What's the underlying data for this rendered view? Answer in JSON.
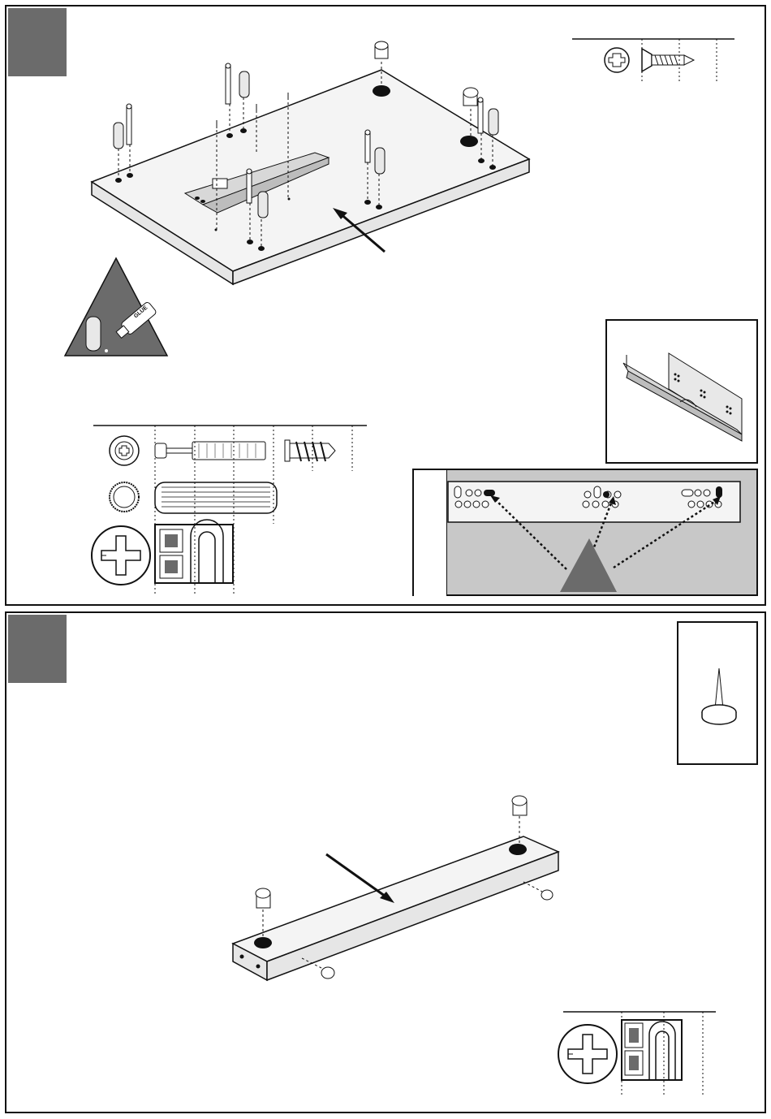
{
  "steps": [
    {
      "id": "step-1",
      "badge_color": "#6b6b6b"
    },
    {
      "id": "step-2",
      "badge_color": "#6b6b6b"
    }
  ],
  "colors": {
    "panel_surface": "#f4f4f4",
    "panel_edge": "#e2e2e2",
    "dark_gray": "#6b6b6b",
    "callout_bg": "#c8c8c8",
    "line": "#111111"
  },
  "glue_bottle": {
    "label": "GLUE"
  },
  "icons": {
    "cam_lock": "cam-lock-icon",
    "screw": "countersunk-screw-icon",
    "dowel": "wooden-dowel-icon",
    "connector_bolt": "connector-bolt-icon",
    "clip": "plastic-clip-icon",
    "screwdriver": "phillips-screwdriver-icon",
    "nail": "furniture-glide-nail-icon",
    "drawer_runner": "drawer-runner-icon"
  }
}
